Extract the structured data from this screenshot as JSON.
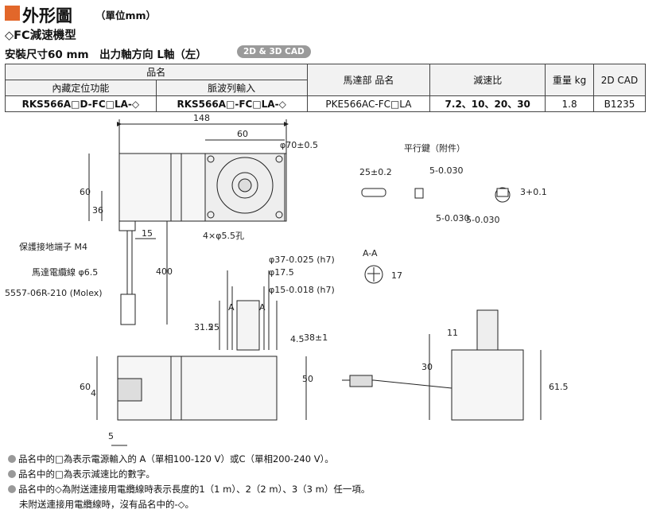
{
  "header": {
    "title": "外形圖",
    "unit": "（單位mm）",
    "subtitle": "◇FC減速機型",
    "spec_line": "安裝尺寸60 mm　出力軸方向 L軸（左）",
    "cad_badge": "2D & 3D CAD",
    "accent_color": "#e2672a"
  },
  "table": {
    "group_header": "品名",
    "col_internal": "內藏定位功能",
    "col_pulse": "脈波列輸入",
    "col_motor": "馬達部 品名",
    "col_ratio": "減速比",
    "col_weight": "重量 kg",
    "col_cad": "2D CAD",
    "row": {
      "internal": "RKS566A□D-FC□LA-◇",
      "pulse": "RKS566A□-FC□LA-◇",
      "motor": "PKE566AC-FC□LA",
      "ratio": "7.2、10、20、30",
      "weight": "1.8",
      "cad": "B1235"
    }
  },
  "drawing": {
    "dims": {
      "d148": "148",
      "d60": "60",
      "d60v": "60",
      "d36": "36",
      "d15": "15",
      "d400": "400",
      "phi70": "φ70±0.5",
      "holes": "4×φ5.5孔",
      "phi37": "φ37-0.025 (h7)",
      "phi17_5": "φ17.5",
      "phi15": "φ15-0.018 (h7)",
      "d31_5": "31.5",
      "d25": "25",
      "d4_5": "4.5",
      "d38": "38±1",
      "d50": "50",
      "d60b": "60",
      "d4": "4",
      "d5": "5",
      "d11": "11",
      "d30": "30",
      "d61_5": "61.5",
      "a_left": "A",
      "a_right": "A"
    },
    "labels": {
      "ground": "保護接地端子 M4",
      "cable": "馬達電纜線 φ6.5",
      "connector": "5557-06R-210 (Molex)",
      "key_title": "平行鍵（附件）",
      "key_len": "25±0.2",
      "key_w": "5-0.030",
      "key_h": "5-0.030",
      "key_h2": "5-0.030",
      "key_depth": "3+0.1",
      "section": "A-A",
      "section_dim": "17"
    }
  },
  "notes": [
    "品名中的□為表示電源輸入的 A（單相100-120 V）或C（單相200-240 V）。",
    "品名中的□為表示減速比的數字。",
    "品名中的◇為附送連接用電纜線時表示長度的1（1 m）、2（2 m）、3（3 m）任一項。",
    "未附送連接用電纜線時，沒有品名中的-◇。"
  ]
}
